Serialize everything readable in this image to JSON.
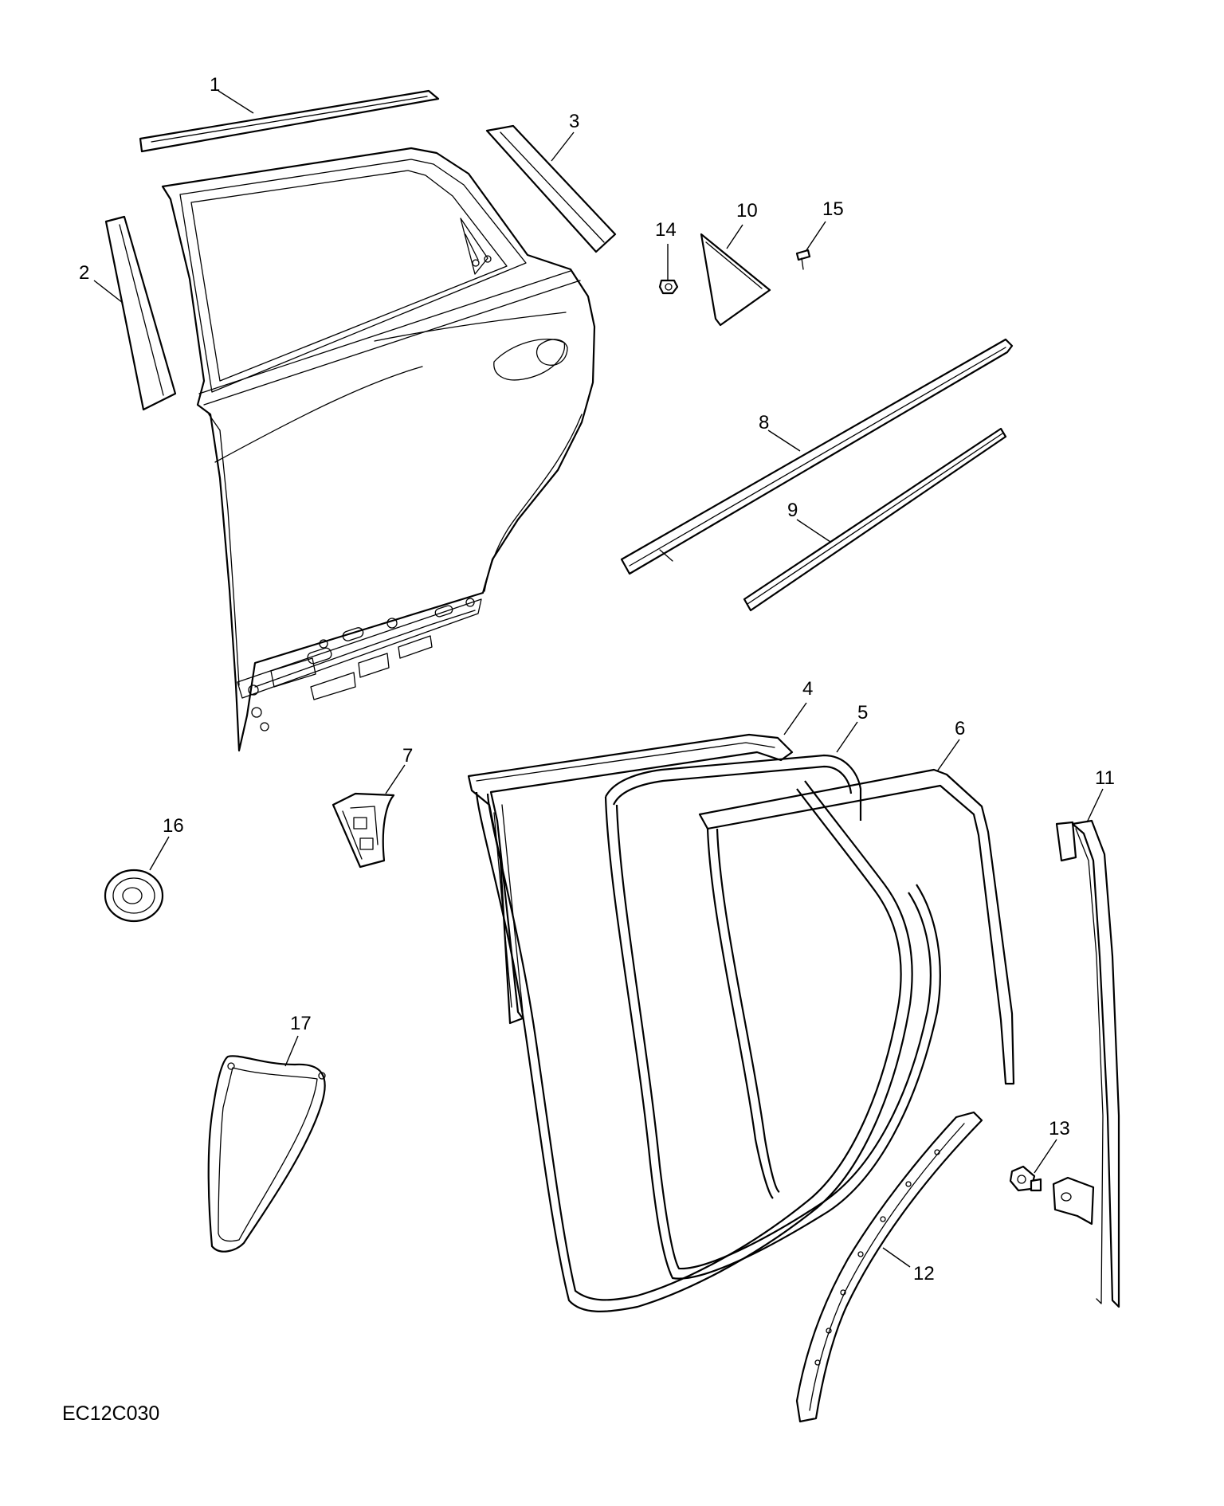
{
  "diagram": {
    "reference_code": "EC12C030",
    "callouts": [
      {
        "id": "1",
        "label": "1"
      },
      {
        "id": "2",
        "label": "2"
      },
      {
        "id": "3",
        "label": "3"
      },
      {
        "id": "4",
        "label": "4"
      },
      {
        "id": "5",
        "label": "5"
      },
      {
        "id": "6",
        "label": "6"
      },
      {
        "id": "7",
        "label": "7"
      },
      {
        "id": "8",
        "label": "8"
      },
      {
        "id": "9",
        "label": "9"
      },
      {
        "id": "10",
        "label": "10"
      },
      {
        "id": "11",
        "label": "11"
      },
      {
        "id": "12",
        "label": "12"
      },
      {
        "id": "13",
        "label": "13"
      },
      {
        "id": "14",
        "label": "14"
      },
      {
        "id": "15",
        "label": "15"
      },
      {
        "id": "16",
        "label": "16"
      },
      {
        "id": "17",
        "label": "17"
      }
    ]
  }
}
